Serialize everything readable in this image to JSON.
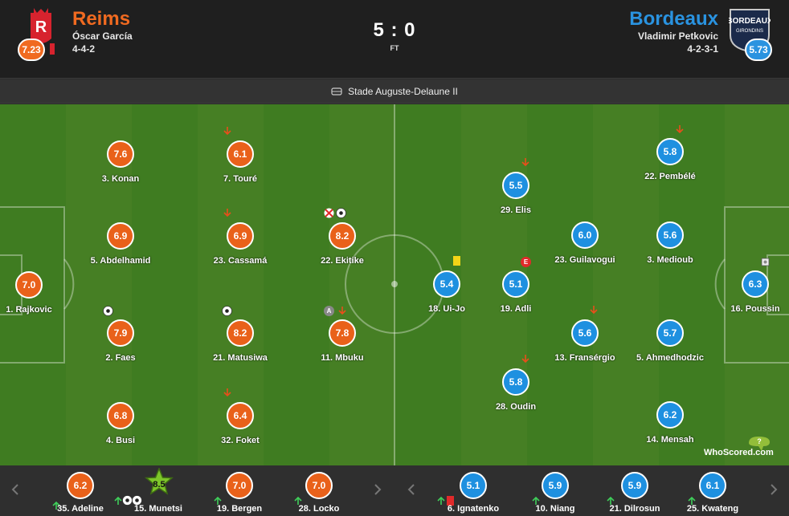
{
  "home": {
    "name": "Reims",
    "manager": "Óscar García",
    "formation": "4-4-2",
    "rating": "7.23",
    "color": "#f06a20"
  },
  "away": {
    "name": "Bordeaux",
    "manager": "Vladimir Petkovic",
    "formation": "4-2-3-1",
    "rating": "5.73",
    "color": "#2a93e0",
    "crest_text": "BORDEAUX",
    "crest_sub": "GIRONDINS"
  },
  "score": "5 : 0",
  "status": "FT",
  "venue": "Stade Auguste-Delaune II",
  "players": {
    "konan": {
      "rating": "7.6",
      "name": "3. Konan"
    },
    "toure": {
      "rating": "6.1",
      "name": "7. Touré"
    },
    "abdelhamid": {
      "rating": "6.9",
      "name": "5. Abdelhamid"
    },
    "cassama": {
      "rating": "6.9",
      "name": "23. Cassamá"
    },
    "ekitike": {
      "rating": "8.2",
      "name": "22. Ekitike"
    },
    "rajkovic": {
      "rating": "7.0",
      "name": "1. Rajkovic"
    },
    "faes": {
      "rating": "7.9",
      "name": "2. Faes"
    },
    "matusiwa": {
      "rating": "8.2",
      "name": "21. Matusiwa"
    },
    "mbuku": {
      "rating": "7.8",
      "name": "11. Mbuku"
    },
    "busi": {
      "rating": "6.8",
      "name": "4. Busi"
    },
    "foket": {
      "rating": "6.4",
      "name": "32. Foket"
    },
    "uijo": {
      "rating": "5.4",
      "name": "18. Ui-Jo"
    },
    "elis": {
      "rating": "5.5",
      "name": "29. Elis"
    },
    "adli": {
      "rating": "5.1",
      "name": "19. Adli"
    },
    "oudin": {
      "rating": "5.8",
      "name": "28. Oudin"
    },
    "guilavogui": {
      "rating": "6.0",
      "name": "23. Guilavogui"
    },
    "fransergio": {
      "rating": "5.6",
      "name": "13. Fransérgio"
    },
    "pembele": {
      "rating": "5.8",
      "name": "22. Pembélé"
    },
    "medioub": {
      "rating": "5.6",
      "name": "3. Medioub"
    },
    "ahmedhodzic": {
      "rating": "5.7",
      "name": "5. Ahmedhodzic"
    },
    "mensah": {
      "rating": "6.2",
      "name": "14. Mensah"
    },
    "poussin": {
      "rating": "6.3",
      "name": "16. Poussin"
    }
  },
  "adli_badge": "E",
  "mbuku_badge": "A",
  "subs": {
    "adeline": {
      "rating": "6.2",
      "name": "35. Adeline"
    },
    "munetsi": {
      "rating": "8.5",
      "name": "15. Munetsi"
    },
    "bergen": {
      "rating": "7.0",
      "name": "19. Bergen"
    },
    "locko": {
      "rating": "7.0",
      "name": "28. Locko"
    },
    "ignatenko": {
      "rating": "5.1",
      "name": "6. Ignatenko"
    },
    "niang": {
      "rating": "5.9",
      "name": "10. Niang"
    },
    "dilrosun": {
      "rating": "5.9",
      "name": "21. Dilrosun"
    },
    "kwateng": {
      "rating": "6.1",
      "name": "25. Kwateng"
    }
  },
  "watermark": "WhoScored.com",
  "icons": [
    "stadium-icon",
    "arrow-down-icon",
    "arrow-up-icon",
    "ball-icon",
    "own-goal-icon",
    "yellow-card-icon",
    "red-card-icon",
    "star-icon",
    "chevron-left-icon",
    "chevron-right-icon"
  ]
}
